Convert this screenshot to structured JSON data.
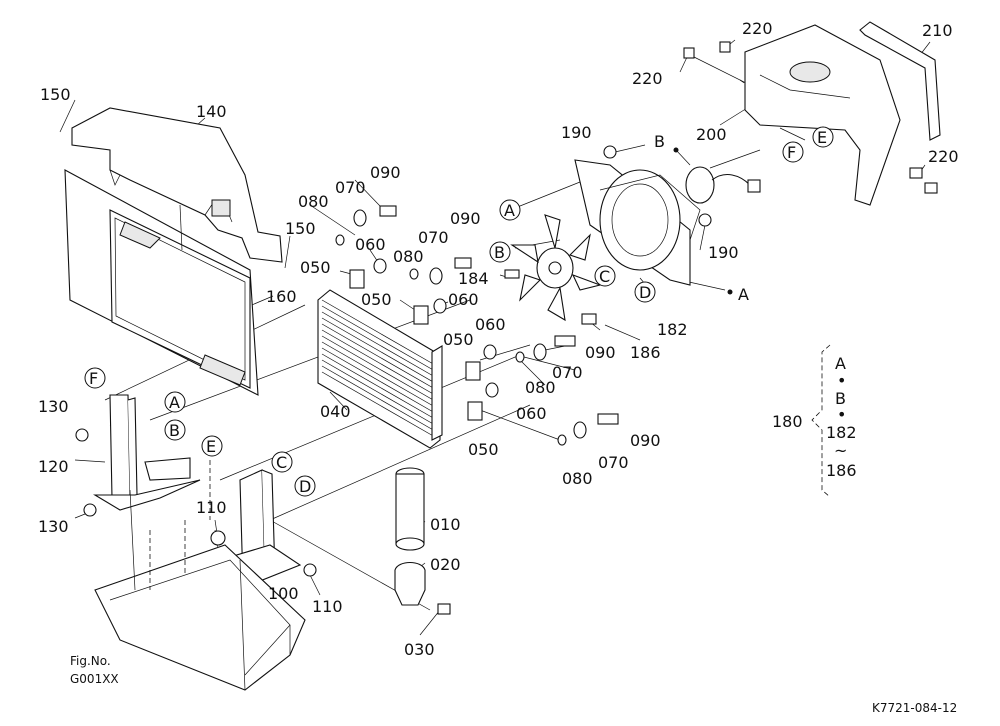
{
  "figure_ref": {
    "line1": "Fig.No.",
    "line2": "G001XX"
  },
  "drawing_id": "K7721-084-12",
  "callouts": {
    "c010": "010",
    "c020": "020",
    "c030": "030",
    "c040": "040",
    "c050a": "050",
    "c050b": "050",
    "c050c": "050",
    "c050d": "050",
    "c060a": "060",
    "c060b": "060",
    "c060c": "060",
    "c060d": "060",
    "c070a": "070",
    "c070b": "070",
    "c070c": "070",
    "c070d": "070",
    "c080a": "080",
    "c080b": "080",
    "c080c": "080",
    "c080d": "080",
    "c090a": "090",
    "c090b": "090",
    "c090c": "090",
    "c090d": "090",
    "c100": "100",
    "c110a": "110",
    "c110b": "110",
    "c120": "120",
    "c130a": "130",
    "c130b": "130",
    "c140": "140",
    "c150a": "150",
    "c150b": "150",
    "c160": "160",
    "c180": "180",
    "c182": "182",
    "c184": "184",
    "c186": "186",
    "c190a": "190",
    "c190b": "190",
    "c200": "200",
    "c210": "210",
    "c220a": "220",
    "c220b": "220",
    "c220c": "220"
  },
  "ref_letters": {
    "A1": "A",
    "B1": "B",
    "C1": "C",
    "D1": "D",
    "A2": "A",
    "B2": "B",
    "E2": "E",
    "F2": "F",
    "C3": "C",
    "D3": "D",
    "E4": "E",
    "F4": "F",
    "A5": "A",
    "B5": "B"
  },
  "kit_180": {
    "a": "A",
    "b": "B",
    "dot": "•",
    "from": "182",
    "tilde": "~",
    "to": "186"
  }
}
